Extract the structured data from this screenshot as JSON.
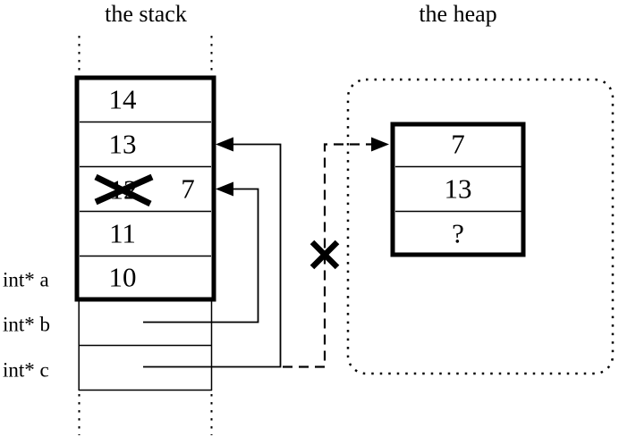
{
  "titles": {
    "stack": "the stack",
    "heap": "the heap"
  },
  "stack": {
    "cells": [
      {
        "value": "14"
      },
      {
        "value": "13"
      },
      {
        "value": "12",
        "crossed_out": true,
        "replacement": "7"
      },
      {
        "value": "11"
      },
      {
        "value": "10"
      }
    ]
  },
  "variables": [
    {
      "label": "int* a"
    },
    {
      "label": "int* b"
    },
    {
      "label": "int* c"
    }
  ],
  "heap": {
    "cells": [
      {
        "value": "7"
      },
      {
        "value": "13"
      },
      {
        "value": "?"
      }
    ]
  },
  "colors": {
    "ink": "#000000",
    "background": "#ffffff"
  }
}
